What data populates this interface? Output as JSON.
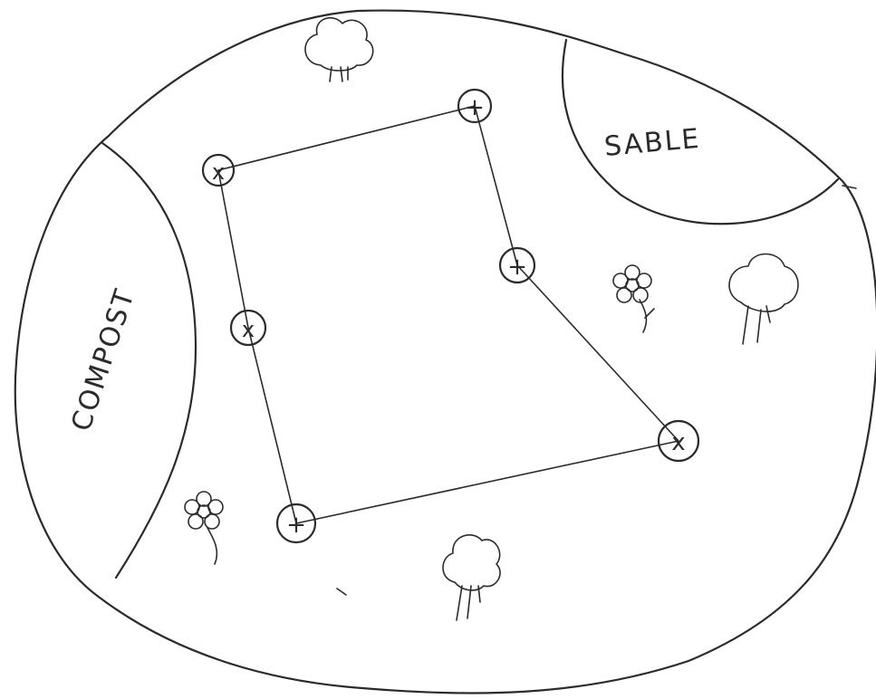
{
  "areas": {
    "compost": {
      "label": "COMPOST"
    },
    "sand": {
      "label": "SABLE"
    }
  },
  "markers": [
    {
      "id": "n1",
      "label": "x"
    },
    {
      "id": "n2",
      "label": "+"
    },
    {
      "id": "n3",
      "label": "+"
    },
    {
      "id": "n4",
      "label": "x"
    },
    {
      "id": "n5",
      "label": "+"
    },
    {
      "id": "n6",
      "label": "x"
    }
  ],
  "trees": [
    {
      "id": "t1"
    },
    {
      "id": "t2"
    },
    {
      "id": "t3"
    }
  ],
  "flowers": [
    {
      "id": "f1"
    },
    {
      "id": "f2"
    }
  ]
}
